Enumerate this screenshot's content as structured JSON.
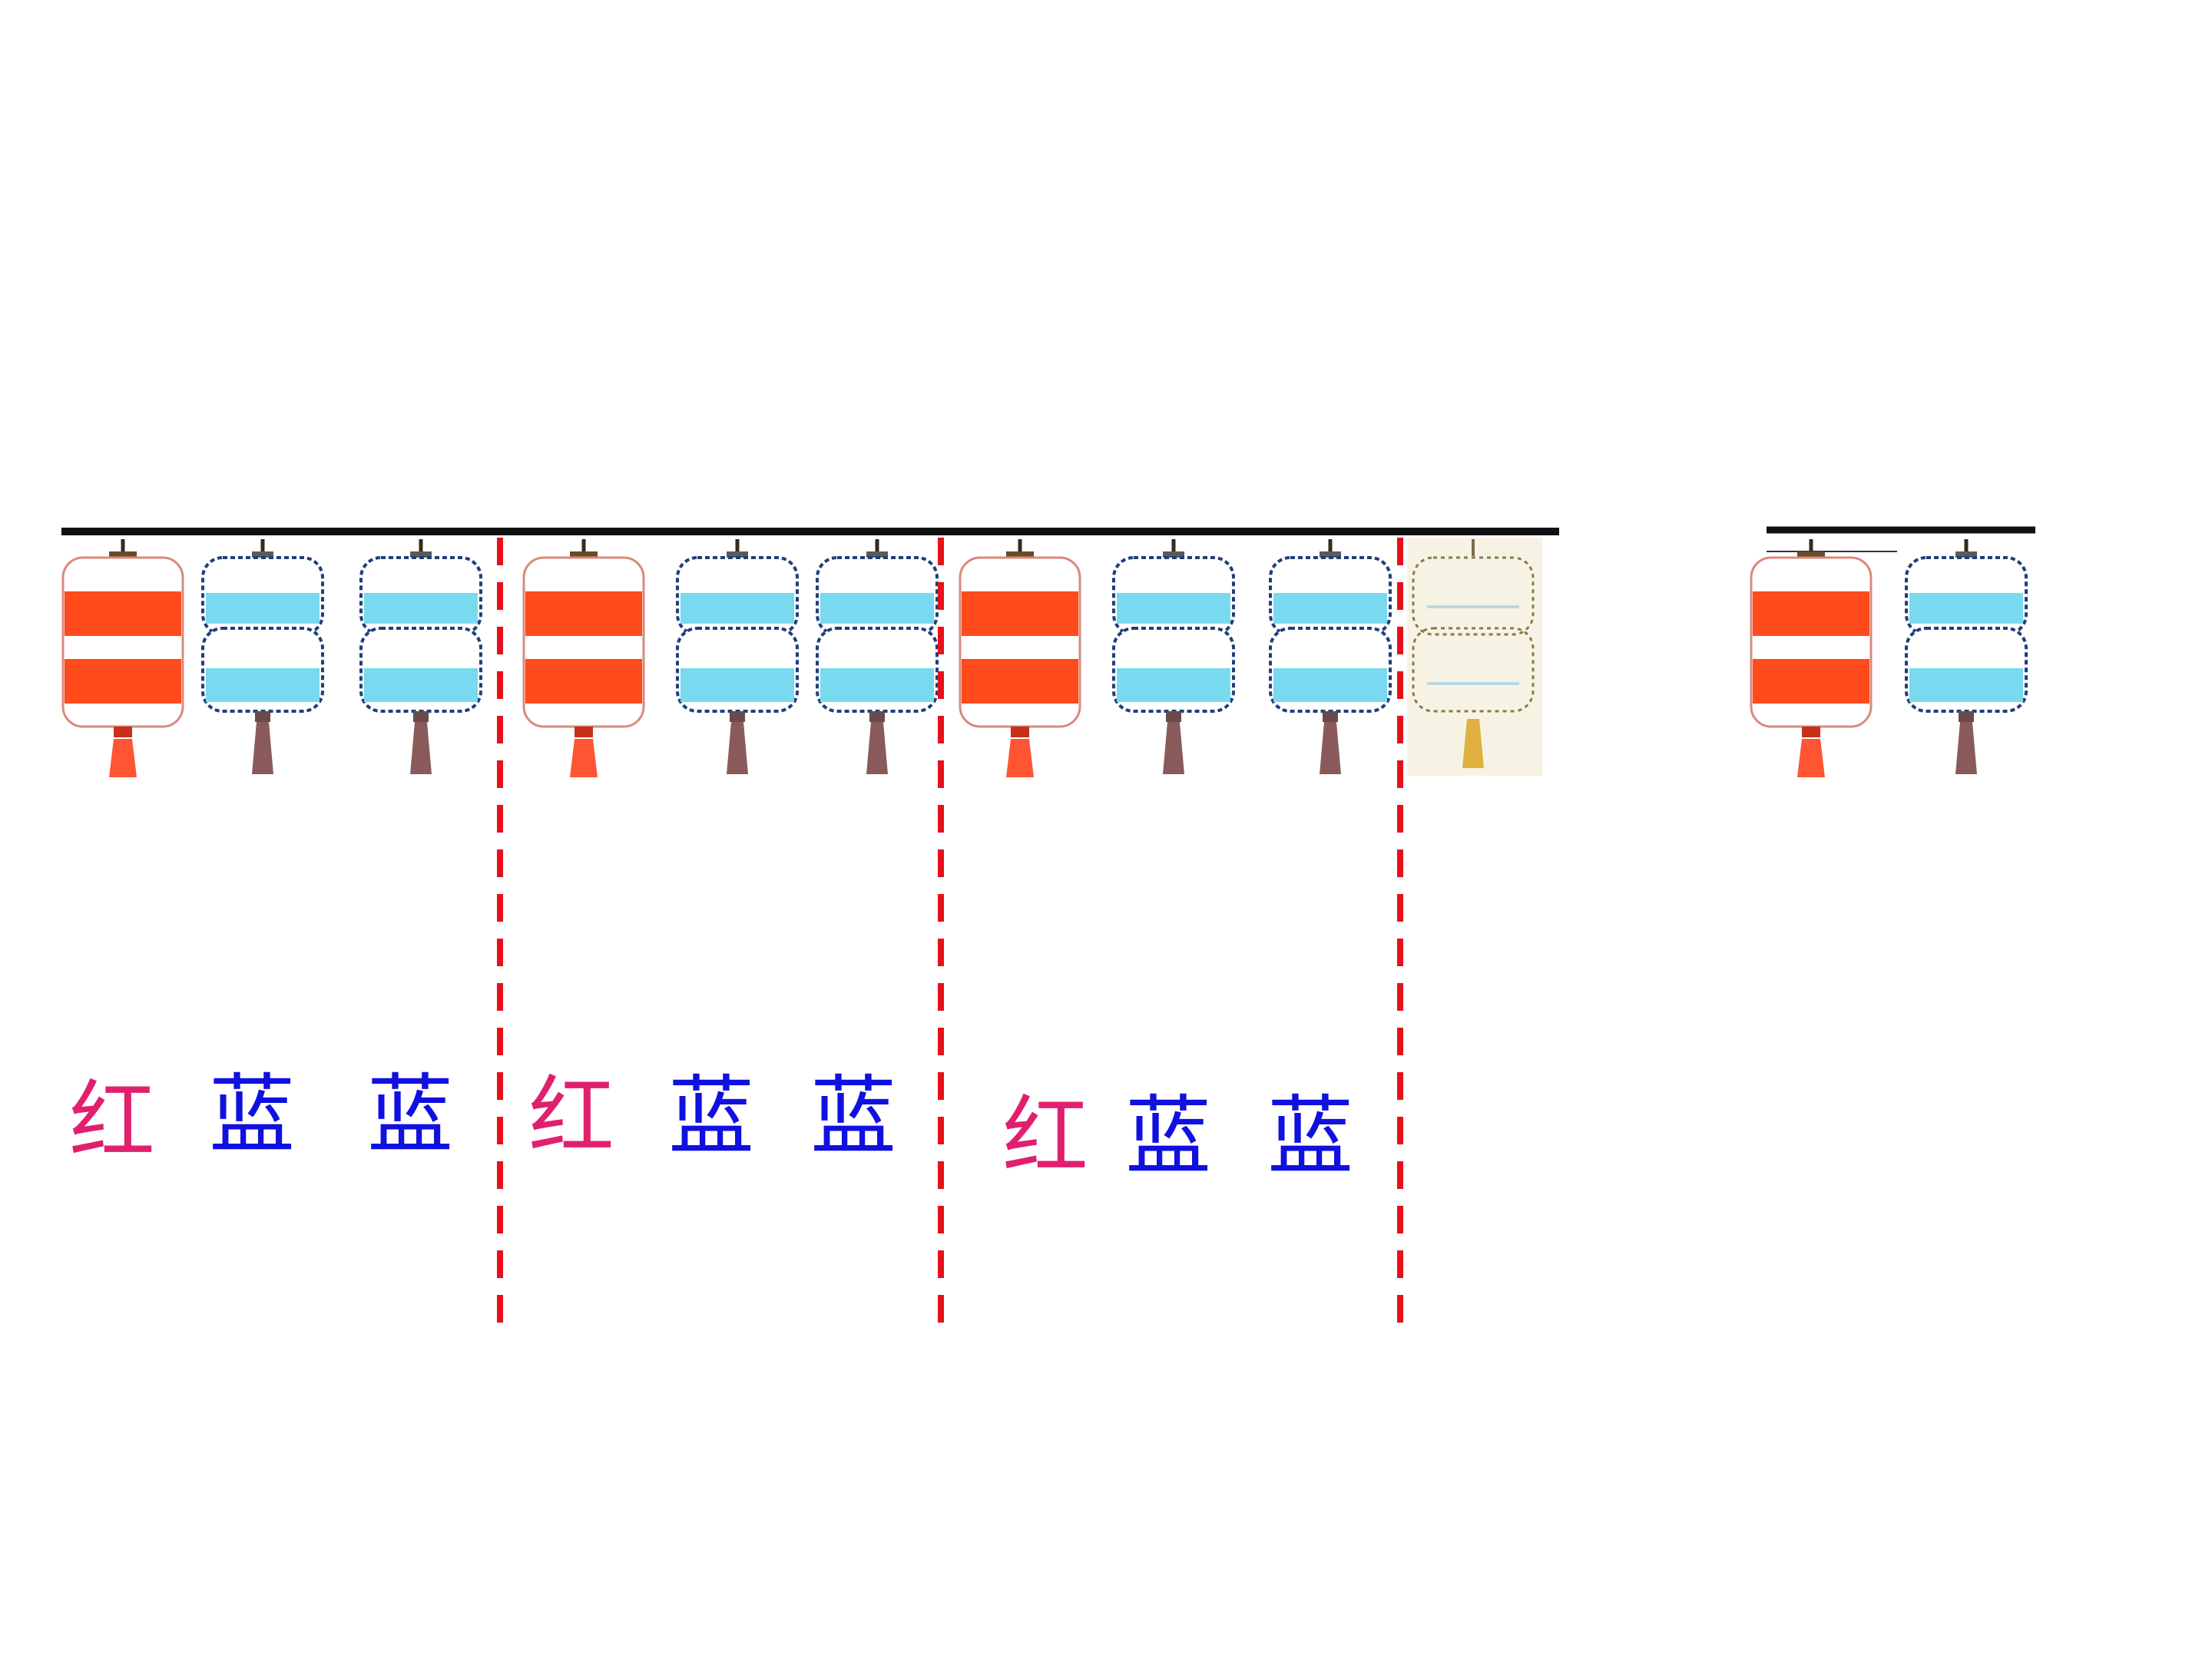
{
  "colors": {
    "red_text": "#e0206e",
    "blue_text": "#1010e0",
    "lantern_red": "#ff4a1c",
    "lantern_blue": "#79d9ef",
    "divider": "#e8101a",
    "string": "#111111",
    "faded": "#e9e2c8"
  },
  "lanterns_main": [
    "red",
    "blue",
    "blue",
    "red",
    "blue",
    "blue",
    "red",
    "blue",
    "blue",
    "faded"
  ],
  "lanterns_side": [
    "red",
    "blue"
  ],
  "labels": [
    {
      "text": "红",
      "color": "red"
    },
    {
      "text": "蓝",
      "color": "blue"
    },
    {
      "text": "蓝",
      "color": "blue"
    },
    {
      "text": "红",
      "color": "red"
    },
    {
      "text": "蓝",
      "color": "blue"
    },
    {
      "text": "蓝",
      "color": "blue"
    },
    {
      "text": "红",
      "color": "red"
    },
    {
      "text": "蓝",
      "color": "blue"
    },
    {
      "text": "蓝",
      "color": "blue"
    }
  ]
}
